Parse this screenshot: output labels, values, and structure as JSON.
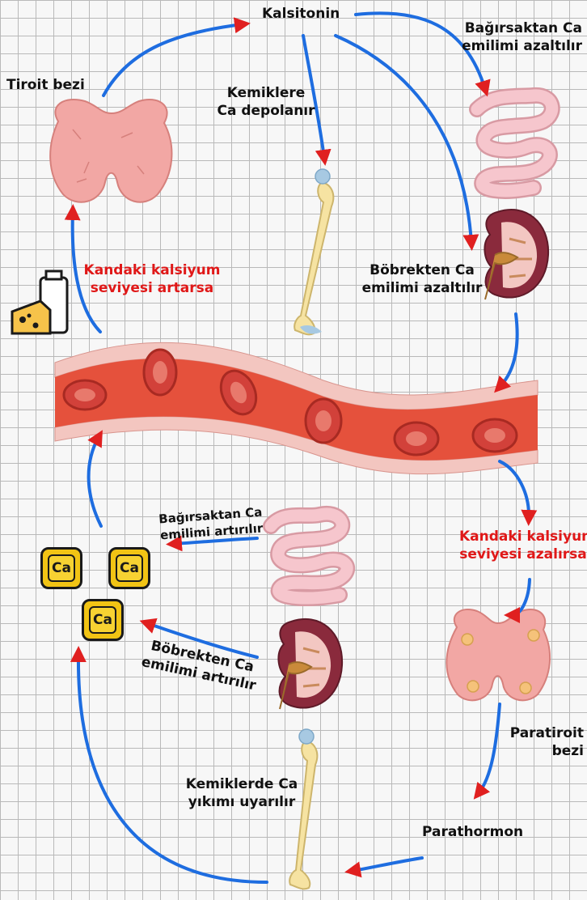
{
  "labels": {
    "kalsitonin": "Kalsitonin",
    "tiroit_bezi": "Tiroit bezi",
    "kemiklere_ca": [
      "Kemiklere",
      "Ca depolanır"
    ],
    "bagirsak_azaltir": [
      "Bağırsaktan Ca",
      "emilimi azaltılır"
    ],
    "bobrek_azaltir": [
      "Böbrekten Ca",
      "emilimi azaltılır"
    ],
    "kan_artarsa": [
      "Kandaki kalsiyum",
      "seviyesi artarsa"
    ],
    "bagirsak_artirir": [
      "Bağırsaktan Ca",
      "emilimi artırılır"
    ],
    "bobrek_artirir": [
      "Böbrekten Ca",
      "emilimi artırılır"
    ],
    "kan_azalirsa": [
      "Kandaki kalsiyum",
      "seviyesi azalırsa"
    ],
    "paratiroit_bezi": [
      "Paratiroit",
      "bezi"
    ],
    "kemik_yikim": [
      "Kemiklerde Ca",
      "yıkımı uyarılır"
    ],
    "parathormon": "Parathormon"
  },
  "calcium_symbol": "Ca",
  "colors": {
    "arrow": "#1e6de0",
    "arrowhead": "#e02020",
    "red_text": "#e01818",
    "vessel": "#d9442e",
    "gland": "#f2a7a4",
    "calcium": "#f2c414"
  }
}
